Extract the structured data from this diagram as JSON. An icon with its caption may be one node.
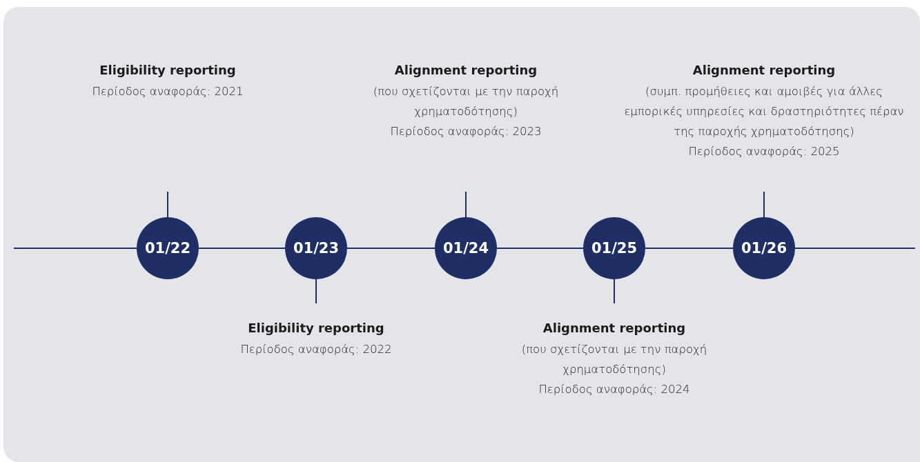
{
  "diagram": {
    "nodes": [
      {
        "text": [
          "Eligibility reporting",
          "Περίοδος αναφοράς: 2021"
        ]
      },
      {
        "text": [
          "Alignment reporting",
          "(που σχετίζονται με την παροχή χρηματοδότησης)",
          "Περίοδος αναφοράς: 2023"
        ]
      },
      {
        "text": [
          "Alignment reporting",
          "(συμπ. προμήθειες και αμοιβές για άλλες εμπορικές υπηρεσίες και δραστηριότητες πέραν της παροχής χρηματοδότησης)",
          "Περίοδος αναφοράς: 2025"
        ]
      },
      {
        "text": [
          "01/22"
        ]
      },
      {
        "text": [
          "01/23"
        ]
      },
      {
        "text": [
          "01/24"
        ]
      },
      {
        "text": [
          "01/25"
        ]
      },
      {
        "text": [
          "01/26"
        ]
      },
      {
        "text": [
          "Eligibility reporting",
          "Περίοδος αναφοράς: 2022"
        ]
      },
      {
        "text": [
          "Alignment reporting",
          "(που σχετίζονται με την παροχή χρηματοδότησης)",
          "Περίοδος αναφοράς: 2024"
        ]
      }
    ],
    "edges": [
      {
        "from": null,
        "to": 3,
        "arrow": "none"
      },
      {
        "from": 3,
        "to": 4,
        "arrow": "none"
      },
      {
        "from": 4,
        "to": 5,
        "arrow": "none"
      },
      {
        "from": 5,
        "to": 6,
        "arrow": "none"
      },
      {
        "from": 6,
        "to": 7,
        "arrow": "none"
      },
      {
        "from": 7,
        "to": null,
        "arrow": "none"
      }
    ]
  }
}
